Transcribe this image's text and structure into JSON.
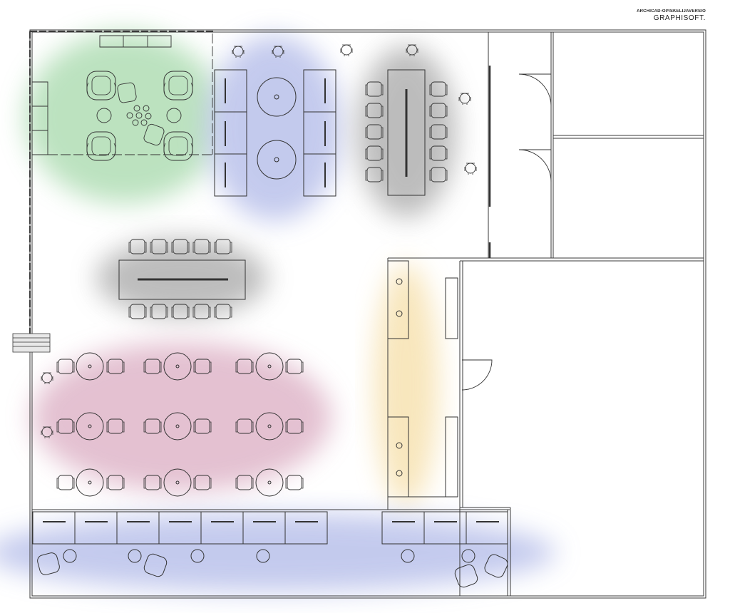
{
  "watermark": {
    "line1": "ARCHICAD-OPISKELIJAVERSIO",
    "line2": "GRAPHISOFT."
  },
  "colors": {
    "wall": "#3a3a3a",
    "furniture": "#333333",
    "zone_green": "#9fd6a4",
    "zone_blue": "#aab4e6",
    "zone_gray": "#9a9a9a",
    "zone_pink": "#d8a6bd",
    "zone_yellow": "#f5dca0"
  },
  "zones": [
    {
      "name": "lounge",
      "color": "zone_green"
    },
    {
      "name": "desk-cluster",
      "color": "zone_blue"
    },
    {
      "name": "meeting-room-upper",
      "color": "zone_gray"
    },
    {
      "name": "meeting-table-middle",
      "color": "zone_gray"
    },
    {
      "name": "cafe-tables",
      "color": "zone_pink"
    },
    {
      "name": "standing-counter",
      "color": "zone_yellow"
    },
    {
      "name": "window-workstations",
      "color": "zone_blue"
    }
  ]
}
